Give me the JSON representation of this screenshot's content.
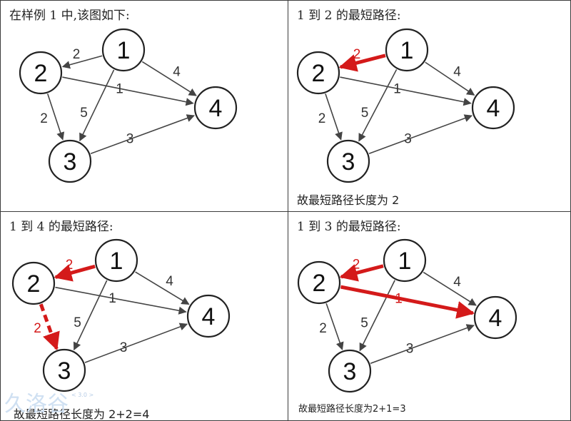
{
  "panels": [
    {
      "caption": "在样例 1 中,该图如下:",
      "result": "",
      "highlight": []
    },
    {
      "caption": "1 到 2 的最短路径:",
      "result": "故最短路径长度为 2",
      "highlight": [
        "1-2"
      ]
    },
    {
      "caption": "1 到 4 的最短路径:",
      "result": "故最短路径长度为 2+2=4",
      "highlight": [
        "1-2",
        "2-3"
      ]
    },
    {
      "caption": "1 到 3 的最短路径:",
      "result": "故最短路径长度为2+1=3",
      "highlight": [
        "1-2",
        "2-4"
      ]
    }
  ],
  "graph": {
    "nodes": [
      "1",
      "2",
      "3",
      "4"
    ],
    "edges": [
      {
        "id": "1-2",
        "from": "1",
        "to": "2",
        "weight": "2"
      },
      {
        "id": "1-3",
        "from": "1",
        "to": "3",
        "weight": "5"
      },
      {
        "id": "1-4",
        "from": "1",
        "to": "4",
        "weight": "4"
      },
      {
        "id": "2-4",
        "from": "2",
        "to": "4",
        "weight": "1"
      },
      {
        "id": "2-3",
        "from": "2",
        "to": "3",
        "weight": "2"
      },
      {
        "id": "3-4",
        "from": "3",
        "to": "4",
        "weight": "3"
      }
    ]
  },
  "colors": {
    "edge": "#444444",
    "highlight": "#d41a1a",
    "node_stroke": "#222222",
    "border": "#3c3c3c"
  },
  "watermark": {
    "text": "久洛谷",
    "version": "< 3.0 >"
  }
}
